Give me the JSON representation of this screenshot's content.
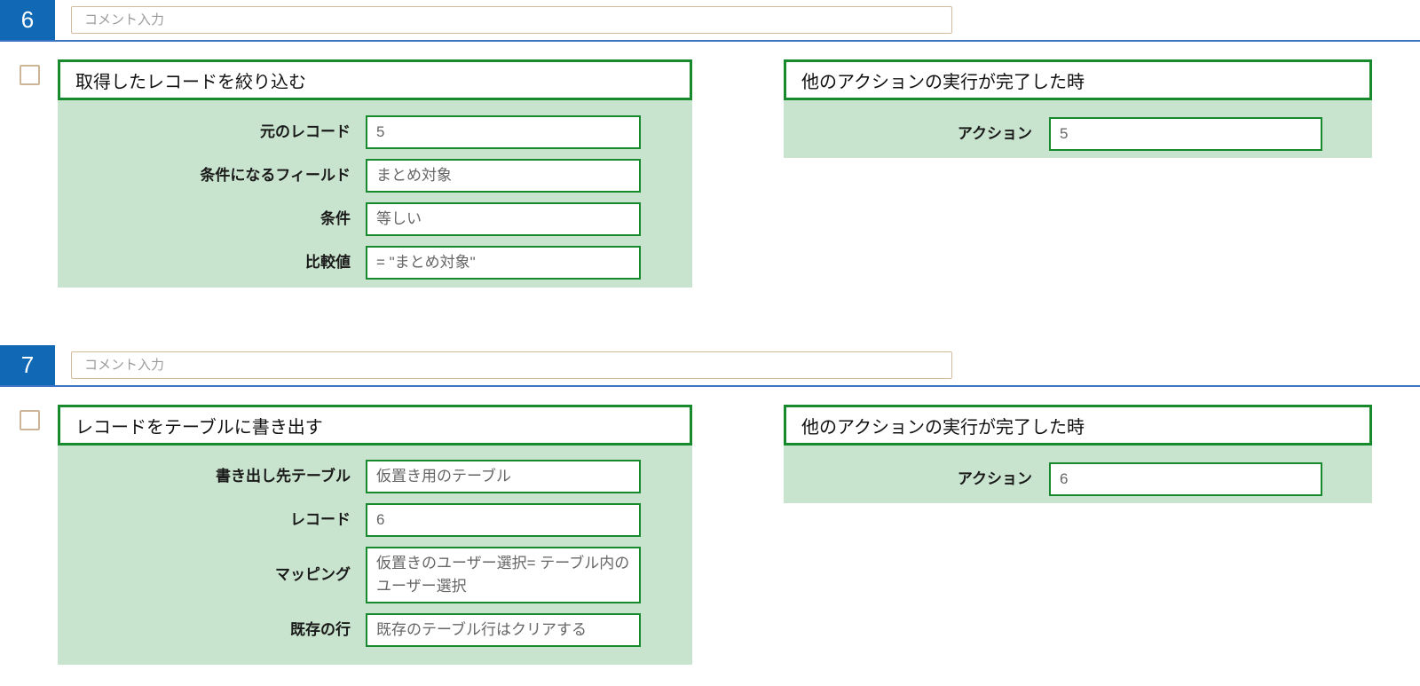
{
  "colors": {
    "badge_blue": "#1169b6",
    "divider_blue": "#3d74c6",
    "green_border": "#188a2e",
    "panel_green": "#c9e4ce",
    "tan_border": "#d2bc9b"
  },
  "blocks": [
    {
      "number": "6",
      "comment_placeholder": "コメント入力",
      "action": {
        "title": "取得したレコードを絞り込む",
        "fields": [
          {
            "label": "元のレコード",
            "value": "5"
          },
          {
            "label": "条件になるフィールド",
            "value": "まとめ対象"
          },
          {
            "label": "条件",
            "value": "等しい"
          },
          {
            "label": "比較値",
            "value": "= \"まとめ対象\""
          }
        ]
      },
      "trigger": {
        "title": "他のアクションの実行が完了した時",
        "fields": [
          {
            "label": "アクション",
            "value": "5"
          }
        ]
      }
    },
    {
      "number": "7",
      "comment_placeholder": "コメント入力",
      "action": {
        "title": "レコードをテーブルに書き出す",
        "fields": [
          {
            "label": "書き出し先テーブル",
            "value": "仮置き用のテーブル"
          },
          {
            "label": "レコード",
            "value": "6"
          },
          {
            "label": "マッピング",
            "value": "仮置きのユーザー選択= テーブル内のユーザー選択"
          },
          {
            "label": "既存の行",
            "value": "既存のテーブル行はクリアする"
          }
        ]
      },
      "trigger": {
        "title": "他のアクションの実行が完了した時",
        "fields": [
          {
            "label": "アクション",
            "value": "6"
          }
        ]
      }
    }
  ]
}
